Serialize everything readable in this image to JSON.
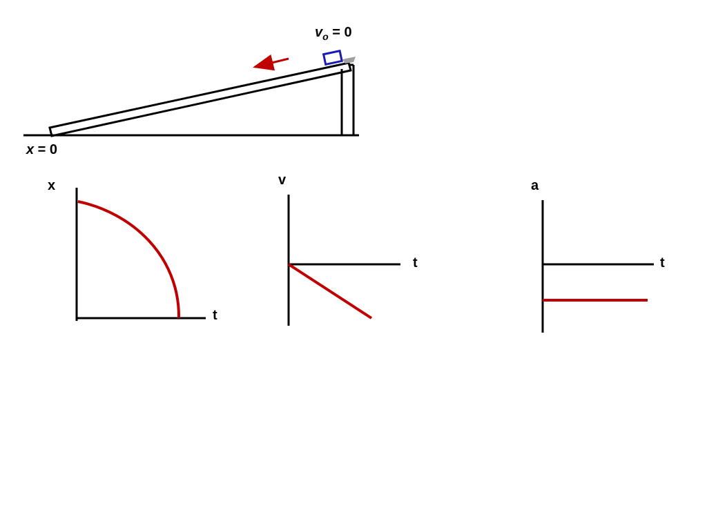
{
  "colors": {
    "line": "#000000",
    "curve": "#c00000",
    "block": "#1a1ab4",
    "arrow": "#c00000"
  },
  "ramp": {
    "initial_velocity_var": "v",
    "initial_velocity_sub": "o",
    "initial_velocity_eq": " = 0",
    "origin_var": "x",
    "origin_eq": " = 0"
  },
  "graphs": {
    "position": {
      "y_label": "x",
      "x_label": "t"
    },
    "velocity": {
      "y_label": "v",
      "x_label": "t"
    },
    "acceleration": {
      "y_label": "a",
      "x_label": "t"
    }
  }
}
